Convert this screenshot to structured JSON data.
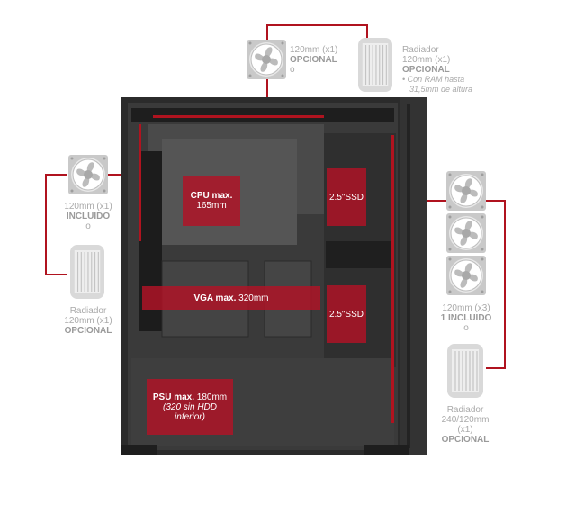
{
  "top": {
    "fan": {
      "size": "120mm (x1)",
      "status": "OPCIONAL",
      "qty": "o"
    },
    "radiator": {
      "title": "Radiador",
      "size": "120mm (x1)",
      "status": "OPCIONAL",
      "note1": "• Con RAM hasta",
      "note2": "31,5mm de altura"
    }
  },
  "rear": {
    "fan": {
      "size": "120mm (x1)",
      "status": "INCLUIDO",
      "qty": "o"
    },
    "radiator": {
      "title": "Radiador",
      "size": "120mm (x1)",
      "status": "OPCIONAL"
    }
  },
  "front": {
    "fans": {
      "size": "120mm (x3)",
      "status": "1 INCLUIDO",
      "qty": "o"
    },
    "radiator": {
      "title": "Radiador",
      "size": "240/120mm",
      "count": "(x1)",
      "status": "OPCIONAL"
    }
  },
  "zones": {
    "cpu": {
      "label": "CPU max.",
      "value": "165mm"
    },
    "vga": {
      "label": "VGA max.",
      "value": "320mm"
    },
    "ssd1": {
      "label": "2.5\"SSD"
    },
    "ssd2": {
      "label": "2.5\"SSD"
    },
    "psu": {
      "label": "PSU max.",
      "value": "180mm",
      "note1": "(320 sin HDD",
      "note2": "inferior)"
    }
  },
  "colors": {
    "accent": "#b0131f",
    "zone": "#b21226",
    "case": "#2a2a2a",
    "label": "#a9a9a9"
  }
}
